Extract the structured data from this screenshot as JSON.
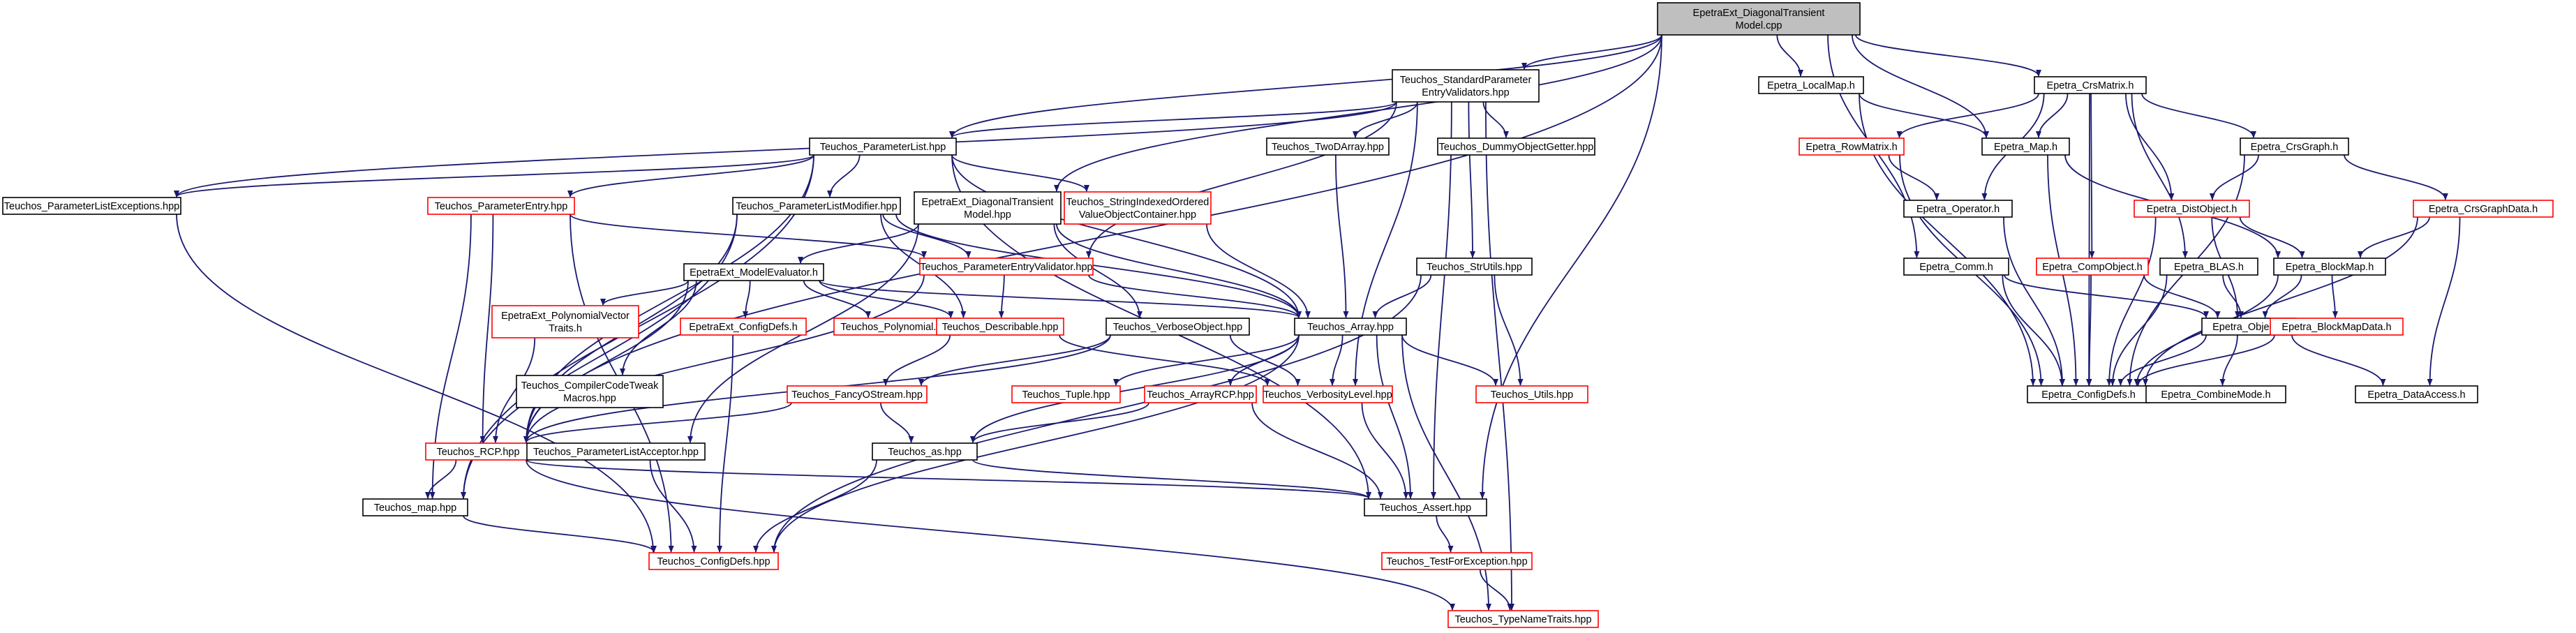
{
  "colors": {
    "edge": "#191970",
    "border_normal": "#000000",
    "border_external": "#ff0000",
    "root_fill": "#bfbfbf",
    "node_fill": "#ffffff",
    "text": "#000000"
  },
  "nodes": [
    {
      "id": "root",
      "kind": "root",
      "lines": [
        "EpetraExt_DiagonalTransient",
        "Model.cpp"
      ]
    },
    {
      "id": "std_param_validators",
      "kind": "normal",
      "lines": [
        "Teuchos_StandardParameter",
        "EntryValidators.hpp"
      ]
    },
    {
      "id": "parameter_list",
      "kind": "normal",
      "lines": [
        "Teuchos_ParameterList.hpp"
      ]
    },
    {
      "id": "param_list_exceptions",
      "kind": "normal",
      "lines": [
        "Teuchos_ParameterListExceptions.hpp"
      ]
    },
    {
      "id": "parameter_entry",
      "kind": "external",
      "lines": [
        "Teuchos_ParameterEntry.hpp"
      ]
    },
    {
      "id": "param_list_modifier",
      "kind": "normal",
      "lines": [
        "Teuchos_ParameterListModifier.hpp"
      ]
    },
    {
      "id": "diag_transient_model",
      "kind": "normal",
      "lines": [
        "EpetraExt_DiagonalTransient",
        "Model.hpp"
      ]
    },
    {
      "id": "string_indexed",
      "kind": "external",
      "lines": [
        "Teuchos_StringIndexedOrdered",
        "ValueObjectContainer.hpp"
      ]
    },
    {
      "id": "two_d_array",
      "kind": "normal",
      "lines": [
        "Teuchos_TwoDArray.hpp"
      ]
    },
    {
      "id": "dummy_object_getter",
      "kind": "normal",
      "lines": [
        "Teuchos_DummyObjectGetter.hpp"
      ]
    },
    {
      "id": "model_evaluator",
      "kind": "normal",
      "lines": [
        "EpetraExt_ModelEvaluator.h"
      ]
    },
    {
      "id": "param_entry_validator",
      "kind": "external",
      "lines": [
        "Teuchos_ParameterEntryValidator.hpp"
      ]
    },
    {
      "id": "str_utils",
      "kind": "normal",
      "lines": [
        "Teuchos_StrUtils.hpp"
      ]
    },
    {
      "id": "polynomial_vector_traits",
      "kind": "external",
      "lines": [
        "EpetraExt_PolynomialVector",
        "Traits.h"
      ]
    },
    {
      "id": "epetraext_configdefs",
      "kind": "external",
      "lines": [
        "EpetraExt_ConfigDefs.h"
      ]
    },
    {
      "id": "polynomial",
      "kind": "external",
      "lines": [
        "Teuchos_Polynomial.hpp"
      ]
    },
    {
      "id": "describable",
      "kind": "external",
      "lines": [
        "Teuchos_Describable.hpp"
      ]
    },
    {
      "id": "verbose_object",
      "kind": "normal",
      "lines": [
        "Teuchos_VerboseObject.hpp"
      ]
    },
    {
      "id": "array",
      "kind": "normal",
      "lines": [
        "Teuchos_Array.hpp"
      ]
    },
    {
      "id": "compiler_code_tweak",
      "kind": "normal",
      "lines": [
        "Teuchos_CompilerCodeTweak",
        "Macros.hpp"
      ]
    },
    {
      "id": "fancy_ostream",
      "kind": "external",
      "lines": [
        "Teuchos_FancyOStream.hpp"
      ]
    },
    {
      "id": "tuple",
      "kind": "external",
      "lines": [
        "Teuchos_Tuple.hpp"
      ]
    },
    {
      "id": "array_rcp",
      "kind": "external",
      "lines": [
        "Teuchos_ArrayRCP.hpp"
      ]
    },
    {
      "id": "verbosity_level",
      "kind": "external",
      "lines": [
        "Teuchos_VerbosityLevel.hpp"
      ]
    },
    {
      "id": "teuchos_utils",
      "kind": "external",
      "lines": [
        "Teuchos_Utils.hpp"
      ]
    },
    {
      "id": "rcp",
      "kind": "external",
      "lines": [
        "Teuchos_RCP.hpp"
      ]
    },
    {
      "id": "param_list_acceptor",
      "kind": "normal",
      "lines": [
        "Teuchos_ParameterListAcceptor.hpp"
      ]
    },
    {
      "id": "teuchos_as",
      "kind": "normal",
      "lines": [
        "Teuchos_as.hpp"
      ]
    },
    {
      "id": "teuchos_map",
      "kind": "normal",
      "lines": [
        "Teuchos_map.hpp"
      ]
    },
    {
      "id": "teuchos_assert",
      "kind": "normal",
      "lines": [
        "Teuchos_Assert.hpp"
      ]
    },
    {
      "id": "teuchos_configdefs",
      "kind": "external",
      "lines": [
        "Teuchos_ConfigDefs.hpp"
      ]
    },
    {
      "id": "test_for_exception",
      "kind": "external",
      "lines": [
        "Teuchos_TestForException.hpp"
      ]
    },
    {
      "id": "type_name_traits",
      "kind": "external",
      "lines": [
        "Teuchos_TypeNameTraits.hpp"
      ]
    },
    {
      "id": "epetra_localmap",
      "kind": "normal",
      "lines": [
        "Epetra_LocalMap.h"
      ]
    },
    {
      "id": "epetra_crsmatrix",
      "kind": "normal",
      "lines": [
        "Epetra_CrsMatrix.h"
      ]
    },
    {
      "id": "epetra_map",
      "kind": "normal",
      "lines": [
        "Epetra_Map.h"
      ]
    },
    {
      "id": "epetra_rowmatrix",
      "kind": "external",
      "lines": [
        "Epetra_RowMatrix.h"
      ]
    },
    {
      "id": "epetra_crsgraph",
      "kind": "normal",
      "lines": [
        "Epetra_CrsGraph.h"
      ]
    },
    {
      "id": "epetra_operator",
      "kind": "normal",
      "lines": [
        "Epetra_Operator.h"
      ]
    },
    {
      "id": "epetra_distobject",
      "kind": "external",
      "lines": [
        "Epetra_DistObject.h"
      ]
    },
    {
      "id": "epetra_crsgraphdata",
      "kind": "external",
      "lines": [
        "Epetra_CrsGraphData.h"
      ]
    },
    {
      "id": "epetra_comm",
      "kind": "normal",
      "lines": [
        "Epetra_Comm.h"
      ]
    },
    {
      "id": "epetra_compobject",
      "kind": "external",
      "lines": [
        "Epetra_CompObject.h"
      ]
    },
    {
      "id": "epetra_blas",
      "kind": "normal",
      "lines": [
        "Epetra_BLAS.h"
      ]
    },
    {
      "id": "epetra_blockmap",
      "kind": "normal",
      "lines": [
        "Epetra_BlockMap.h"
      ]
    },
    {
      "id": "epetra_object",
      "kind": "normal",
      "lines": [
        "Epetra_Object.h"
      ]
    },
    {
      "id": "epetra_blockmapdata",
      "kind": "external",
      "lines": [
        "Epetra_BlockMapData.h"
      ]
    },
    {
      "id": "epetra_configdefs",
      "kind": "normal",
      "lines": [
        "Epetra_ConfigDefs.h"
      ]
    },
    {
      "id": "epetra_combinemode",
      "kind": "normal",
      "lines": [
        "Epetra_CombineMode.h"
      ]
    },
    {
      "id": "epetra_dataaccess",
      "kind": "normal",
      "lines": [
        "Epetra_DataAccess.h"
      ]
    }
  ],
  "edges": [
    [
      "root",
      "std_param_validators"
    ],
    [
      "root",
      "parameter_list"
    ],
    [
      "root",
      "diag_transient_model"
    ],
    [
      "root",
      "teuchos_assert"
    ],
    [
      "root",
      "epetra_localmap"
    ],
    [
      "root",
      "epetra_crsmatrix"
    ],
    [
      "root",
      "epetra_map"
    ],
    [
      "root",
      "epetra_comm"
    ],
    [
      "root",
      "rcp"
    ],
    [
      "std_param_validators",
      "parameter_list"
    ],
    [
      "std_param_validators",
      "two_d_array"
    ],
    [
      "std_param_validators",
      "dummy_object_getter"
    ],
    [
      "std_param_validators",
      "str_utils"
    ],
    [
      "std_param_validators",
      "param_entry_validator"
    ],
    [
      "std_param_validators",
      "verbosity_level"
    ],
    [
      "std_param_validators",
      "teuchos_assert"
    ],
    [
      "std_param_validators",
      "type_name_traits"
    ],
    [
      "std_param_validators",
      "param_list_exceptions"
    ],
    [
      "parameter_list",
      "param_list_exceptions"
    ],
    [
      "parameter_list",
      "parameter_entry"
    ],
    [
      "parameter_list",
      "param_list_modifier"
    ],
    [
      "parameter_list",
      "string_indexed"
    ],
    [
      "parameter_list",
      "array"
    ],
    [
      "parameter_list",
      "teuchos_map"
    ],
    [
      "parameter_list",
      "rcp"
    ],
    [
      "parameter_list",
      "teuchos_assert"
    ],
    [
      "param_list_exceptions",
      "teuchos_configdefs"
    ],
    [
      "parameter_entry",
      "param_entry_validator"
    ],
    [
      "parameter_entry",
      "rcp"
    ],
    [
      "parameter_entry",
      "teuchos_configdefs"
    ],
    [
      "parameter_entry",
      "teuchos_map"
    ],
    [
      "param_list_modifier",
      "param_entry_validator"
    ],
    [
      "param_list_modifier",
      "describable"
    ],
    [
      "param_list_modifier",
      "rcp"
    ],
    [
      "param_list_modifier",
      "array"
    ],
    [
      "param_list_modifier",
      "teuchos_map"
    ],
    [
      "diag_transient_model",
      "model_evaluator"
    ],
    [
      "diag_transient_model",
      "verbose_object"
    ],
    [
      "diag_transient_model",
      "array"
    ],
    [
      "diag_transient_model",
      "param_list_acceptor"
    ],
    [
      "string_indexed",
      "array"
    ],
    [
      "two_d_array",
      "array"
    ],
    [
      "model_evaluator",
      "polynomial_vector_traits"
    ],
    [
      "model_evaluator",
      "epetraext_configdefs"
    ],
    [
      "model_evaluator",
      "polynomial"
    ],
    [
      "model_evaluator",
      "describable"
    ],
    [
      "model_evaluator",
      "rcp"
    ],
    [
      "model_evaluator",
      "array"
    ],
    [
      "model_evaluator",
      "compiler_code_tweak"
    ],
    [
      "param_entry_validator",
      "describable"
    ],
    [
      "param_entry_validator",
      "array"
    ],
    [
      "param_entry_validator",
      "rcp"
    ],
    [
      "str_utils",
      "array"
    ],
    [
      "str_utils",
      "teuchos_utils"
    ],
    [
      "str_utils",
      "teuchos_configdefs"
    ],
    [
      "polynomial_vector_traits",
      "rcp"
    ],
    [
      "epetraext_configdefs",
      "teuchos_configdefs"
    ],
    [
      "describable",
      "fancy_ostream"
    ],
    [
      "describable",
      "verbosity_level"
    ],
    [
      "verbose_object",
      "fancy_ostream"
    ],
    [
      "verbose_object",
      "verbosity_level"
    ],
    [
      "verbose_object",
      "rcp"
    ],
    [
      "array",
      "tuple"
    ],
    [
      "array",
      "array_rcp"
    ],
    [
      "array",
      "verbosity_level"
    ],
    [
      "array",
      "teuchos_utils"
    ],
    [
      "array",
      "teuchos_assert"
    ],
    [
      "array",
      "type_name_traits"
    ],
    [
      "array",
      "teuchos_as"
    ],
    [
      "array",
      "teuchos_configdefs"
    ],
    [
      "fancy_ostream",
      "rcp"
    ],
    [
      "fancy_ostream",
      "teuchos_as"
    ],
    [
      "array_rcp",
      "teuchos_as"
    ],
    [
      "array_rcp",
      "teuchos_assert"
    ],
    [
      "verbosity_level",
      "teuchos_assert"
    ],
    [
      "rcp",
      "teuchos_map"
    ],
    [
      "rcp",
      "teuchos_assert"
    ],
    [
      "rcp",
      "type_name_traits"
    ],
    [
      "param_list_acceptor",
      "teuchos_configdefs"
    ],
    [
      "teuchos_as",
      "teuchos_configdefs"
    ],
    [
      "teuchos_as",
      "teuchos_assert"
    ],
    [
      "teuchos_map",
      "teuchos_configdefs"
    ],
    [
      "teuchos_assert",
      "test_for_exception"
    ],
    [
      "test_for_exception",
      "type_name_traits"
    ],
    [
      "epetra_localmap",
      "epetra_map"
    ],
    [
      "epetra_localmap",
      "epetra_configdefs"
    ],
    [
      "epetra_crsmatrix",
      "epetra_rowmatrix"
    ],
    [
      "epetra_crsmatrix",
      "epetra_map"
    ],
    [
      "epetra_crsmatrix",
      "epetra_crsgraph"
    ],
    [
      "epetra_crsmatrix",
      "epetra_operator"
    ],
    [
      "epetra_crsmatrix",
      "epetra_distobject"
    ],
    [
      "epetra_crsmatrix",
      "epetra_compobject"
    ],
    [
      "epetra_crsmatrix",
      "epetra_blas"
    ],
    [
      "epetra_crsmatrix",
      "epetra_configdefs"
    ],
    [
      "epetra_map",
      "epetra_blockmap"
    ],
    [
      "epetra_map",
      "epetra_configdefs"
    ],
    [
      "epetra_rowmatrix",
      "epetra_operator"
    ],
    [
      "epetra_rowmatrix",
      "epetra_configdefs"
    ],
    [
      "epetra_crsgraph",
      "epetra_distobject"
    ],
    [
      "epetra_crsgraph",
      "epetra_crsgraphdata"
    ],
    [
      "epetra_crsgraph",
      "epetra_configdefs"
    ],
    [
      "epetra_operator",
      "epetra_configdefs"
    ],
    [
      "epetra_distobject",
      "epetra_blockmap"
    ],
    [
      "epetra_distobject",
      "epetra_object"
    ],
    [
      "epetra_distobject",
      "epetra_configdefs"
    ],
    [
      "epetra_crsgraphdata",
      "epetra_blockmap"
    ],
    [
      "epetra_crsgraphdata",
      "epetra_configdefs"
    ],
    [
      "epetra_crsgraphdata",
      "epetra_dataaccess"
    ],
    [
      "epetra_comm",
      "epetra_object"
    ],
    [
      "epetra_comm",
      "epetra_configdefs"
    ],
    [
      "epetra_compobject",
      "epetra_object"
    ],
    [
      "epetra_compobject",
      "epetra_configdefs"
    ],
    [
      "epetra_blas",
      "epetra_object"
    ],
    [
      "epetra_blas",
      "epetra_configdefs"
    ],
    [
      "epetra_blockmap",
      "epetra_object"
    ],
    [
      "epetra_blockmap",
      "epetra_blockmapdata"
    ],
    [
      "epetra_blockmap",
      "epetra_configdefs"
    ],
    [
      "epetra_object",
      "epetra_configdefs"
    ],
    [
      "epetra_object",
      "epetra_combinemode"
    ],
    [
      "epetra_object",
      "epetra_dataaccess"
    ],
    [
      "epetra_blockmapdata",
      "epetra_configdefs"
    ]
  ]
}
